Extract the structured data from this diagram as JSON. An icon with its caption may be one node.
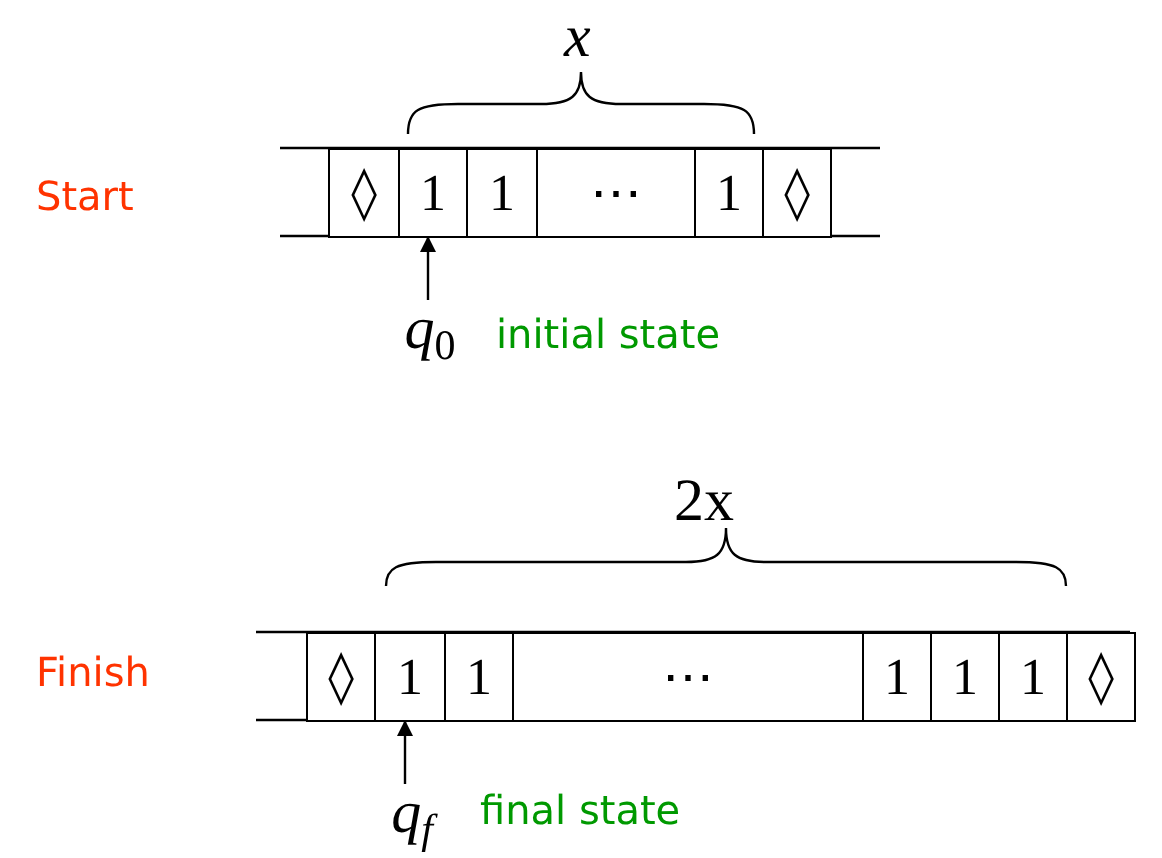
{
  "diagram": {
    "nodes": [
      {
        "text": [
          "◊"
        ]
      },
      {
        "text": [
          "1"
        ]
      },
      {
        "text": [
          "1"
        ]
      },
      {
        "text": [
          "⋯"
        ]
      },
      {
        "text": [
          "1"
        ]
      },
      {
        "text": [
          "◊"
        ]
      },
      {
        "text": [
          "*q*$_{0}$"
        ],
        "beside": [
          "initial state"
        ]
      },
      {
        "text": [
          "◊"
        ]
      },
      {
        "text": [
          "1"
        ]
      },
      {
        "text": [
          "1"
        ]
      },
      {
        "text": [
          "⋯"
        ]
      },
      {
        "text": [
          "1"
        ]
      },
      {
        "text": [
          "1"
        ]
      },
      {
        "text": [
          "1"
        ]
      },
      {
        "text": [
          "◊"
        ]
      },
      {
        "text": [
          "q$_{f}$"
        ],
        "beside": [
          "final state"
        ]
      }
    ],
    "edges": [
      {
        "from": 6,
        "to": 1,
        "arrow": "to"
      },
      {
        "from": 15,
        "to": 8,
        "arrow": "to"
      }
    ],
    "labels": [
      "x",
      "Start",
      "2x",
      "Finish"
    ]
  }
}
